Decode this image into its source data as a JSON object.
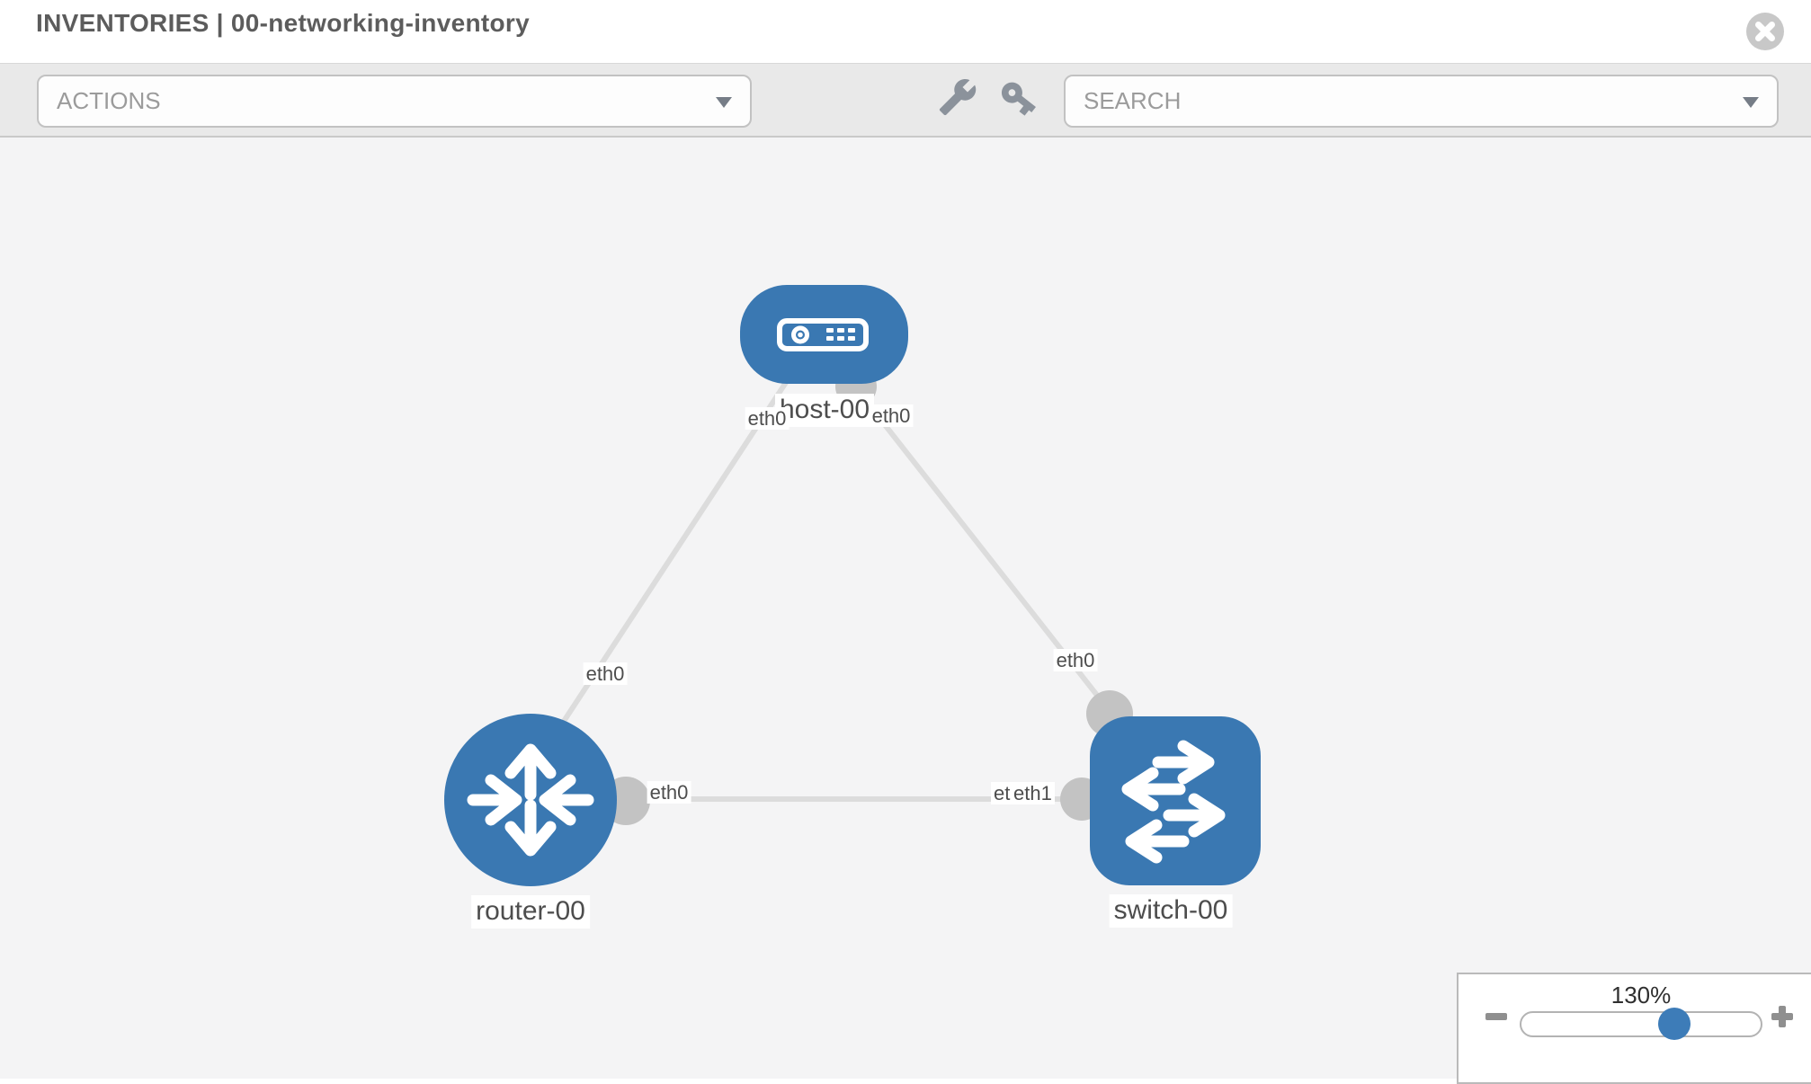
{
  "header": {
    "title": "INVENTORIES | 00-networking-inventory"
  },
  "toolbar": {
    "actions_label": "ACTIONS",
    "search_label": "SEARCH",
    "tools": [
      {
        "name": "configure",
        "icon": "wrench-icon"
      },
      {
        "name": "credentials",
        "icon": "key-icon"
      }
    ]
  },
  "graph": {
    "nodes": [
      {
        "id": "host-00",
        "type": "host",
        "label": "host-00",
        "icon": "host-icon"
      },
      {
        "id": "router-00",
        "type": "router",
        "label": "router-00",
        "icon": "router-icon"
      },
      {
        "id": "switch-00",
        "type": "switch",
        "label": "switch-00",
        "icon": "switch-icon"
      }
    ],
    "links": [
      {
        "from": "host-00",
        "to": "router-00",
        "from_label": "eth0",
        "to_label": "eth0"
      },
      {
        "from": "host-00",
        "to": "switch-00",
        "from_label": "eth0",
        "to_label": "eth0"
      },
      {
        "from": "router-00",
        "to": "switch-00",
        "from_label": "eth0",
        "to_label": "eth1",
        "overlapped_label": "eth0"
      }
    ]
  },
  "zoom_control": {
    "level": "130%",
    "minus_icon": "minus-icon",
    "plus_icon": "plus-icon"
  },
  "colors": {
    "node_blue": "#3a78b2",
    "slider_blue": "#3d7cb8",
    "link_gray": "#dcdcdc",
    "interface_gray": "#c3c3c3",
    "toolbar_bg": "#e9e9e9",
    "canvas_bg": "#f4f4f5",
    "title_gray": "#5c5c5c"
  }
}
